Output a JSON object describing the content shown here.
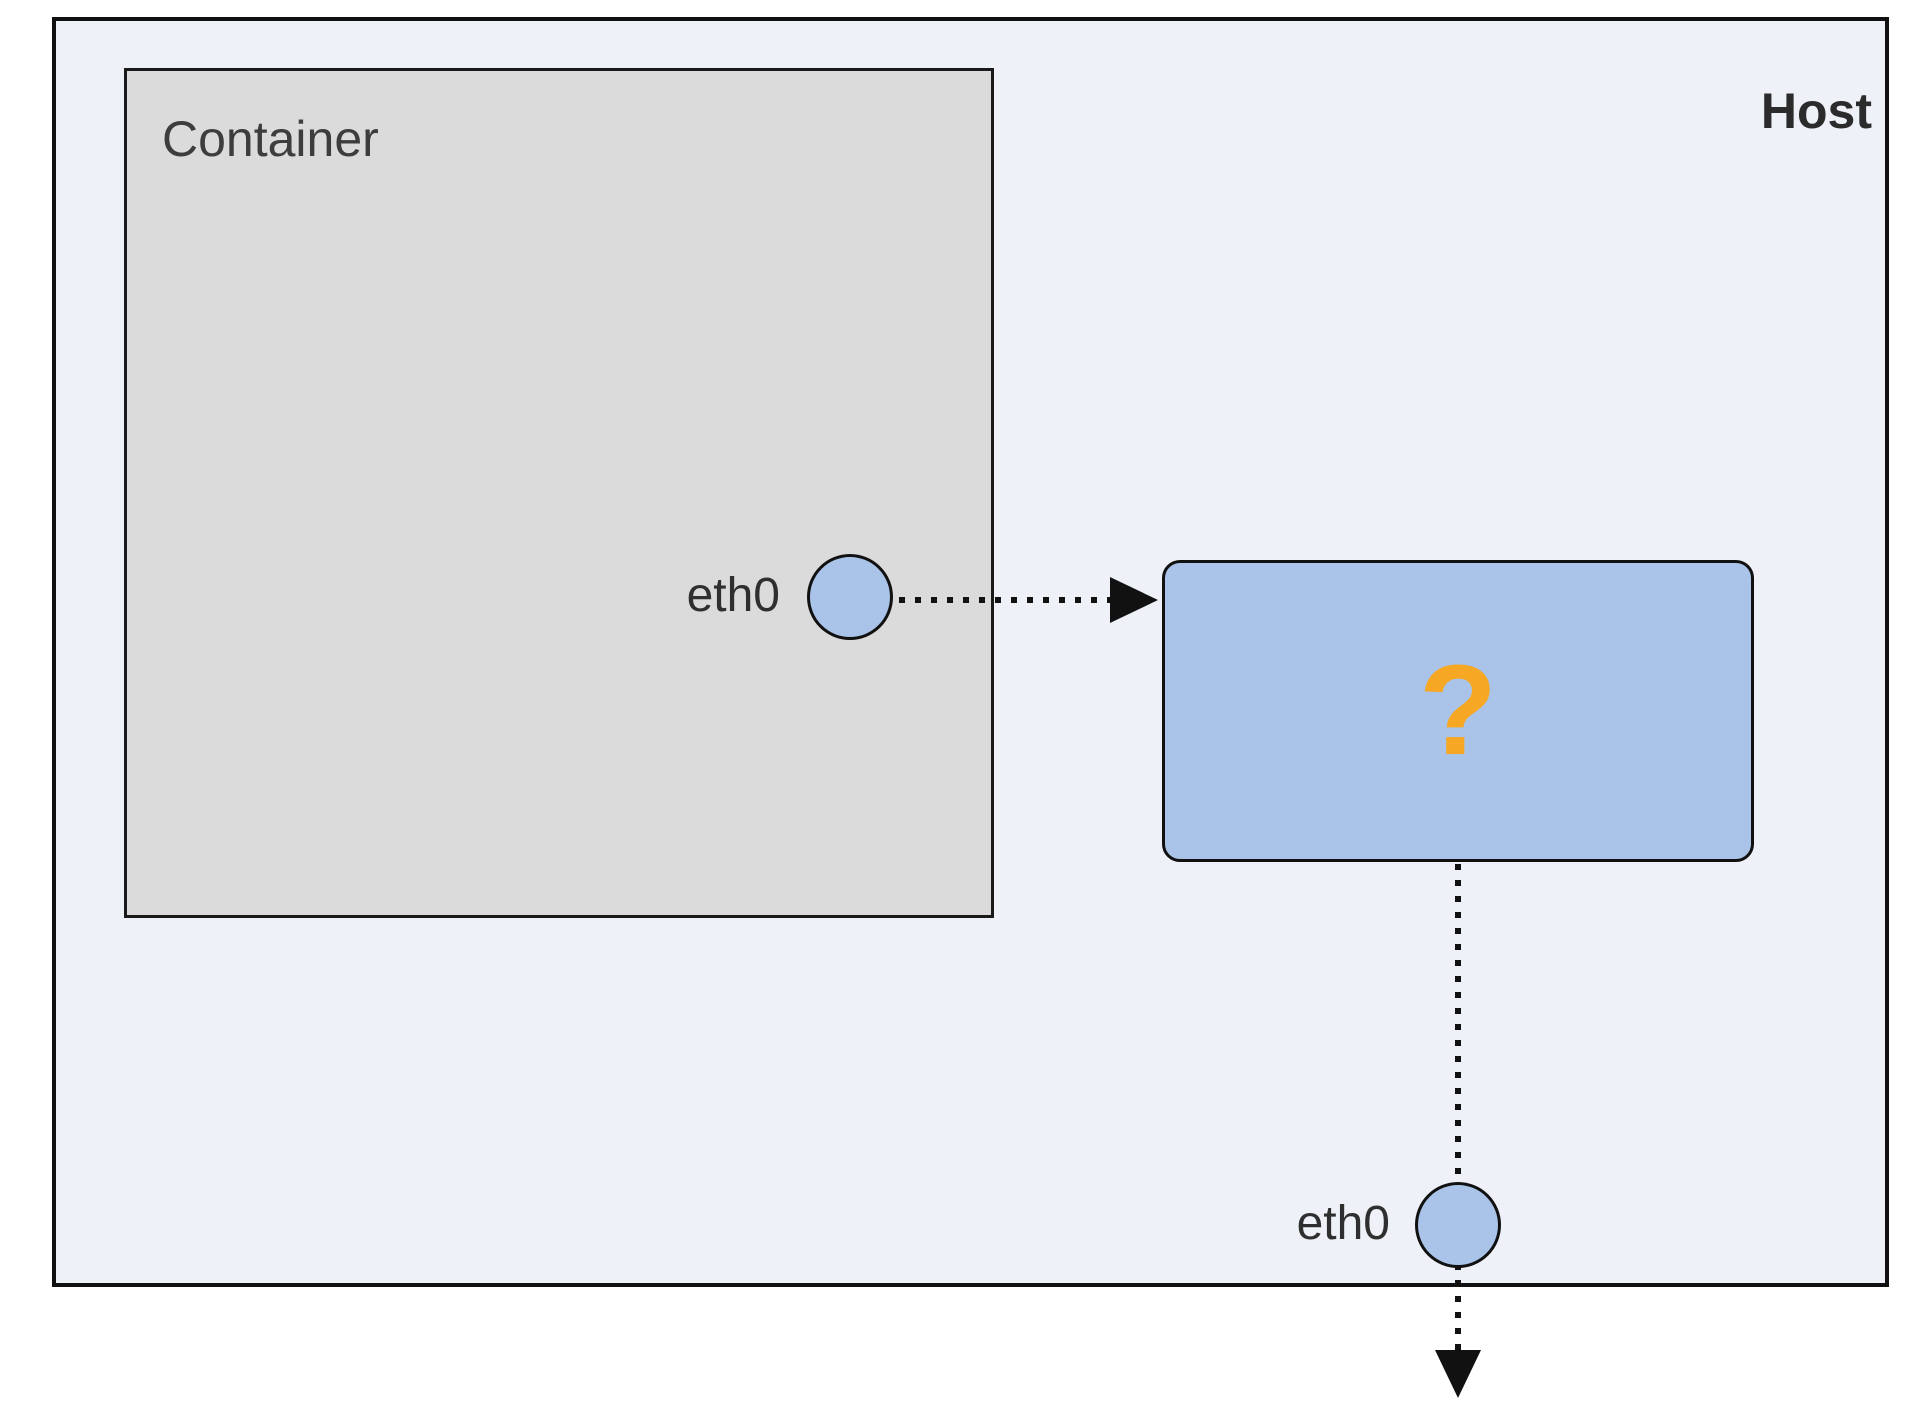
{
  "diagram": {
    "host_label": "Host",
    "container_label": "Container",
    "container_eth0_label": "eth0",
    "host_eth0_label": "eth0",
    "unknown_label": "?",
    "colors": {
      "host_background": "#eef2f8",
      "container_background": "#dbdbdb",
      "node_fill": "#a9c4e8",
      "question_mark": "#f6a723",
      "stroke": "#111111"
    }
  }
}
